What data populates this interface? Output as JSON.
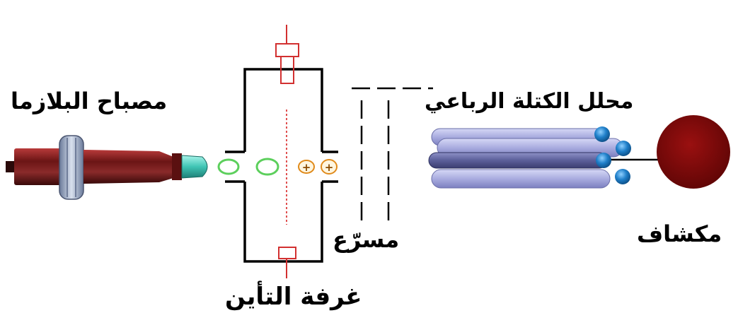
{
  "labels": {
    "plasma_torch": "مصباح البلازما",
    "ionization_chamber": "غرفة التأين",
    "accelerator": "مسرّع",
    "quadrupole_analyzer": "محلل الكتلة الرباعي",
    "detector": "مكشاف"
  },
  "symbols": {
    "cation": "+"
  },
  "colors": {
    "torch_body": "#7a1c1c",
    "torch_tip": "#4fd8c8",
    "ion_rings": "#5ccf5c",
    "cations": "#e08a1a",
    "filament": "#e05050",
    "rods": "#a9acdf",
    "rod_caps": "#1f7fc9",
    "detector": "#7a0a0a"
  }
}
